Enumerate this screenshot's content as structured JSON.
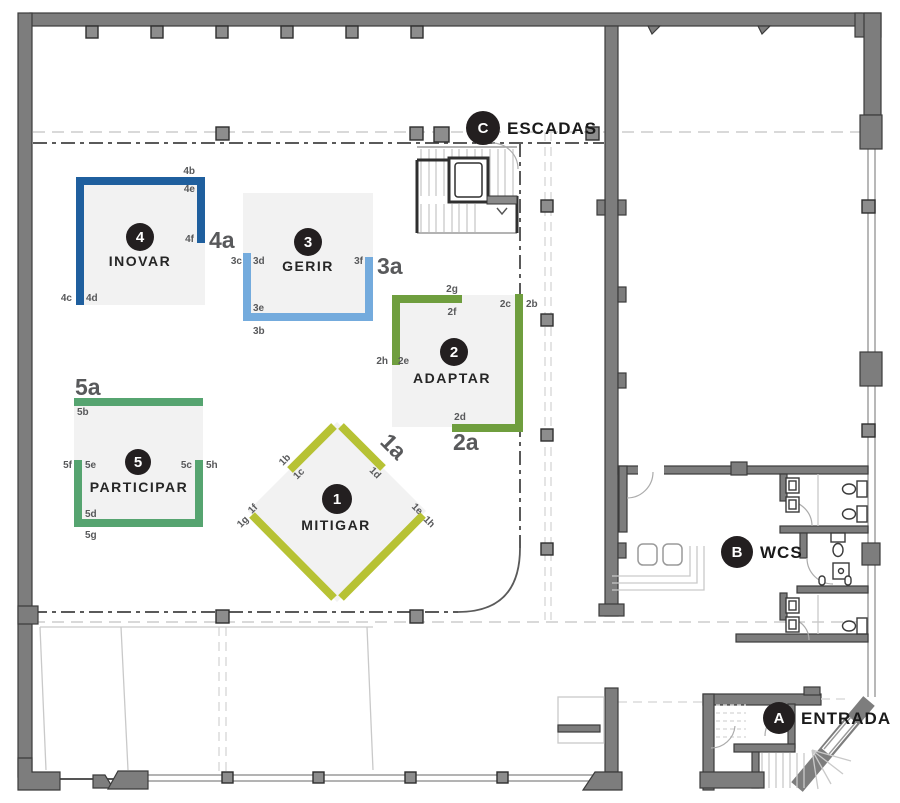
{
  "zones": {
    "mitigar": {
      "number": "1",
      "name": "MITIGAR",
      "color": "#b7c234",
      "big_label": "1a",
      "labels": {
        "b": "1b",
        "c": "1c",
        "d": "1d",
        "e": "1e",
        "f": "1f",
        "g": "1g",
        "h": "1h"
      }
    },
    "adaptar": {
      "number": "2",
      "name": "ADAPTAR",
      "color": "#6f9e3e",
      "big_label": "2a",
      "labels": {
        "b": "2b",
        "c": "2c",
        "d": "2d",
        "e": "2e",
        "f": "2f",
        "g": "2g",
        "h": "2h"
      }
    },
    "gerir": {
      "number": "3",
      "name": "GERIR",
      "color": "#74abdd",
      "big_label": "3a",
      "labels": {
        "b": "3b",
        "c": "3c",
        "d": "3d",
        "e": "3e",
        "f": "3f"
      }
    },
    "inovar": {
      "number": "4",
      "name": "INOVAR",
      "color": "#1f5f9e",
      "big_label": "4a",
      "labels": {
        "b": "4b",
        "c": "4c",
        "d": "4d",
        "e": "4e",
        "f": "4f"
      }
    },
    "participar": {
      "number": "5",
      "name": "PARTICIPAR",
      "color": "#56a470",
      "big_label": "5a",
      "labels": {
        "b": "5b",
        "c": "5c",
        "d": "5d",
        "e": "5e",
        "f": "5f",
        "g": "5g",
        "h": "5h"
      }
    }
  },
  "markers": {
    "escadas": {
      "letter": "C",
      "label": "ESCADAS"
    },
    "wcs": {
      "letter": "B",
      "label": "WCS"
    },
    "entrada": {
      "letter": "A",
      "label": "ENTRADA"
    }
  },
  "colors": {
    "marker_bg": "#231f20",
    "marker_text": "#ffffff",
    "wall": "#7d7d7d",
    "zone_fill": "#f2f2f2",
    "label": "#58595b"
  }
}
